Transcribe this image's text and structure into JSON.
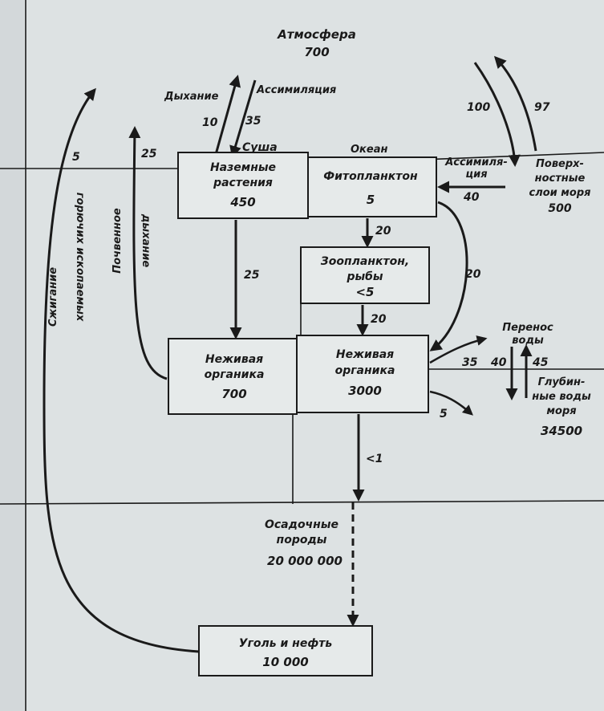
{
  "atmosphere": {
    "label": "Атмосфера",
    "value": "700"
  },
  "land_label": "Суша",
  "ocean_label": "Океан",
  "land_flux": {
    "respiration_label": "Дыхание",
    "respiration_value": "10",
    "assimilation_label": "Ассимиляция",
    "assimilation_value": "35"
  },
  "ocean_flux": {
    "up_value": "100",
    "down_value": "97"
  },
  "ocean_assimilation": {
    "line1": "Ассимиля-",
    "line2": "ция",
    "value": "40"
  },
  "surface_water": {
    "line1": "Поверх-",
    "line2": "ностные",
    "line3": "слои моря",
    "value": "500"
  },
  "fossil_burning": {
    "value": "5",
    "line1": "Сжигание",
    "line2": "горючих ископаемых"
  },
  "soil_respiration": {
    "value": "25",
    "line1": "Почвенное",
    "line2": "дыхание"
  },
  "land_plants": {
    "line1": "Наземные",
    "line2": "растения",
    "value": "450"
  },
  "phytoplankton": {
    "label": "Фитопланктон",
    "value": "5"
  },
  "zooplankton": {
    "line1": "Зоопланктон,",
    "line2": "рыбы",
    "value": "<5"
  },
  "land_dead_organic": {
    "line1": "Неживая",
    "line2": "органика",
    "value": "700"
  },
  "ocean_dead_organic": {
    "line1": "Неживая",
    "line2": "органика",
    "value": "3000"
  },
  "flows": {
    "plants_to_dead": "25",
    "phyto_to_zoo": "20",
    "zoo_to_dead": "20",
    "phyto_to_dead": "20",
    "ocean_dead_to_sediment": "<1",
    "dead_to_deep_up": "35",
    "dead_to_deep_down": "5"
  },
  "water_transfer": {
    "line1": "Перенос",
    "line2": "воды",
    "down_value": "40",
    "up_value": "45"
  },
  "deep_water": {
    "line1": "Глубин-",
    "line2": "ные воды",
    "line3": "моря",
    "value": "34500"
  },
  "sediments": {
    "line1": "Осадочные",
    "line2": "породы",
    "value": "20 000 000"
  },
  "coal_oil": {
    "label": "Уголь и нефть",
    "value": "10 000"
  }
}
